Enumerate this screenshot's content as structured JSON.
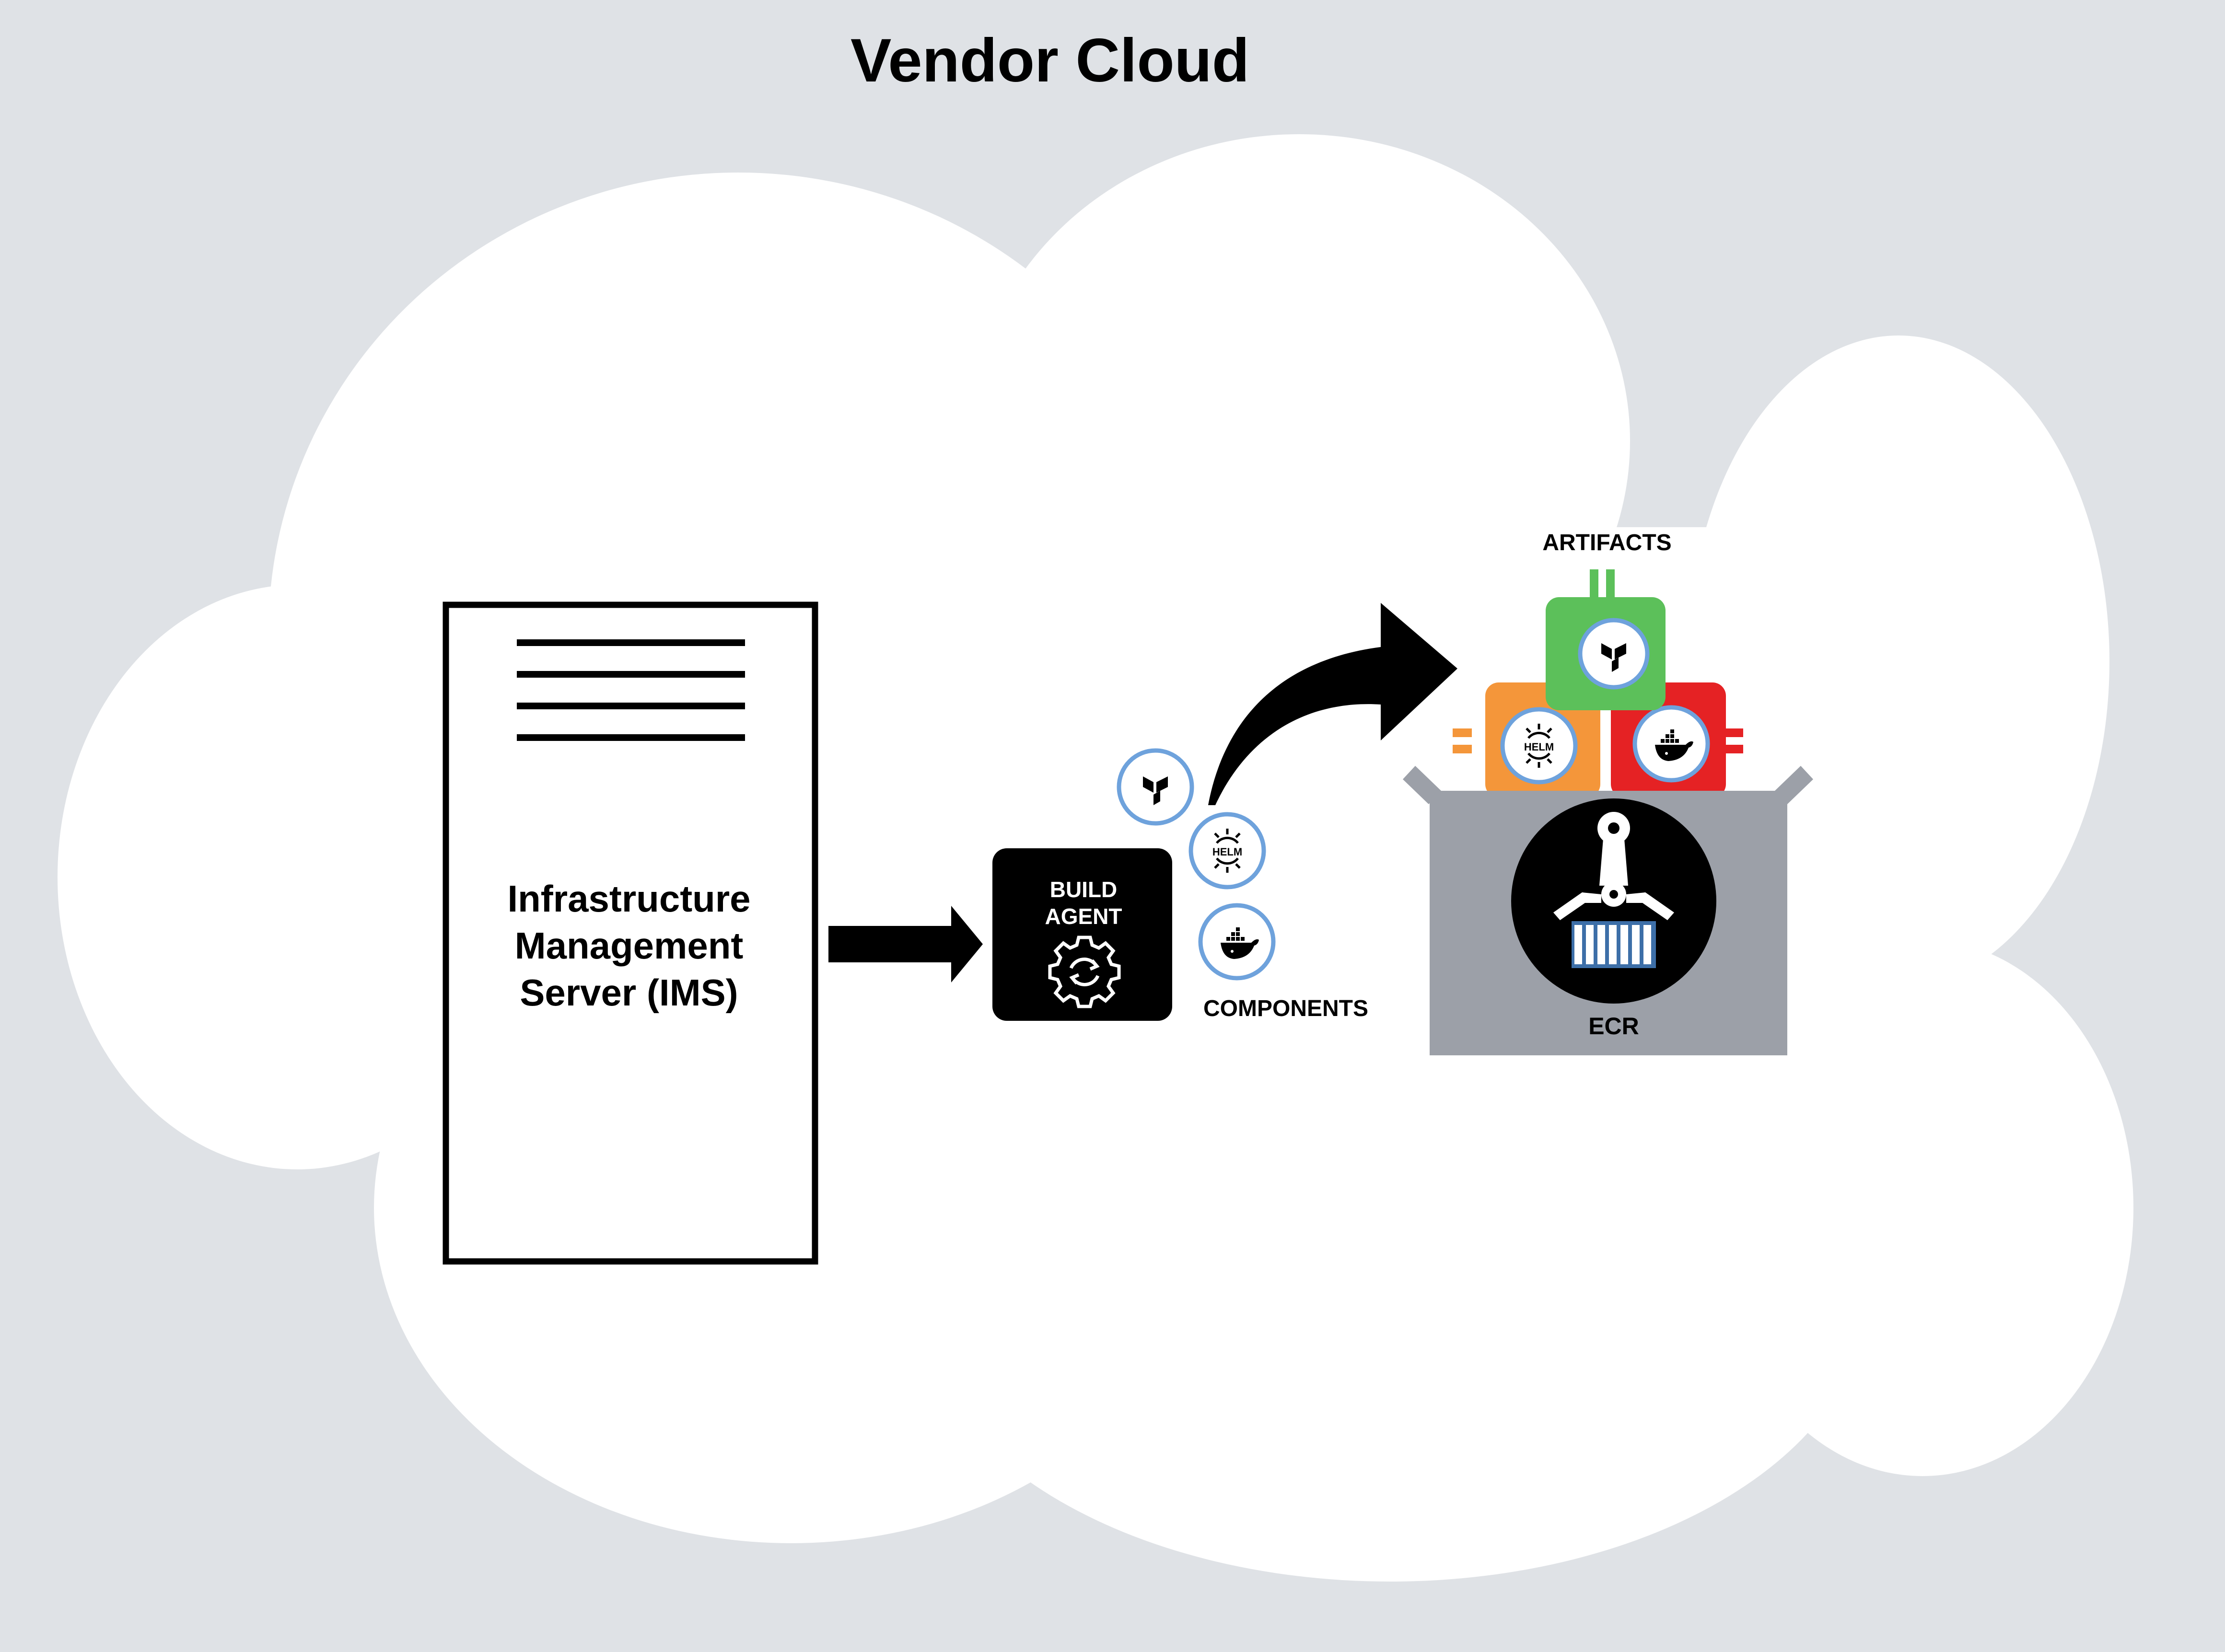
{
  "title": "Vendor Cloud",
  "ims": {
    "label_lines": [
      "Infrastructure",
      "Management",
      "Server (IMS)"
    ]
  },
  "build_agent": {
    "label_lines": [
      "BUILD",
      "AGENT"
    ]
  },
  "components": {
    "label": "COMPONENTS",
    "icons": [
      "terraform-icon",
      "helm-icon",
      "docker-icon"
    ],
    "helm_text": "HELM"
  },
  "artifacts": {
    "label": "ARTIFACTS",
    "blocks": [
      {
        "name": "terraform",
        "icon": "terraform-icon",
        "color": "#5cc05a"
      },
      {
        "name": "helm",
        "icon": "helm-icon",
        "color": "#f4963a"
      },
      {
        "name": "docker",
        "icon": "docker-icon",
        "color": "#e52224"
      }
    ]
  },
  "ecr": {
    "label": "ECR"
  },
  "colors": {
    "background": "#dfe2e6",
    "cloud": "#ffffff",
    "box": "#9ca0a8",
    "badge_ring": "#6ea2dc",
    "dark": "#000000"
  }
}
